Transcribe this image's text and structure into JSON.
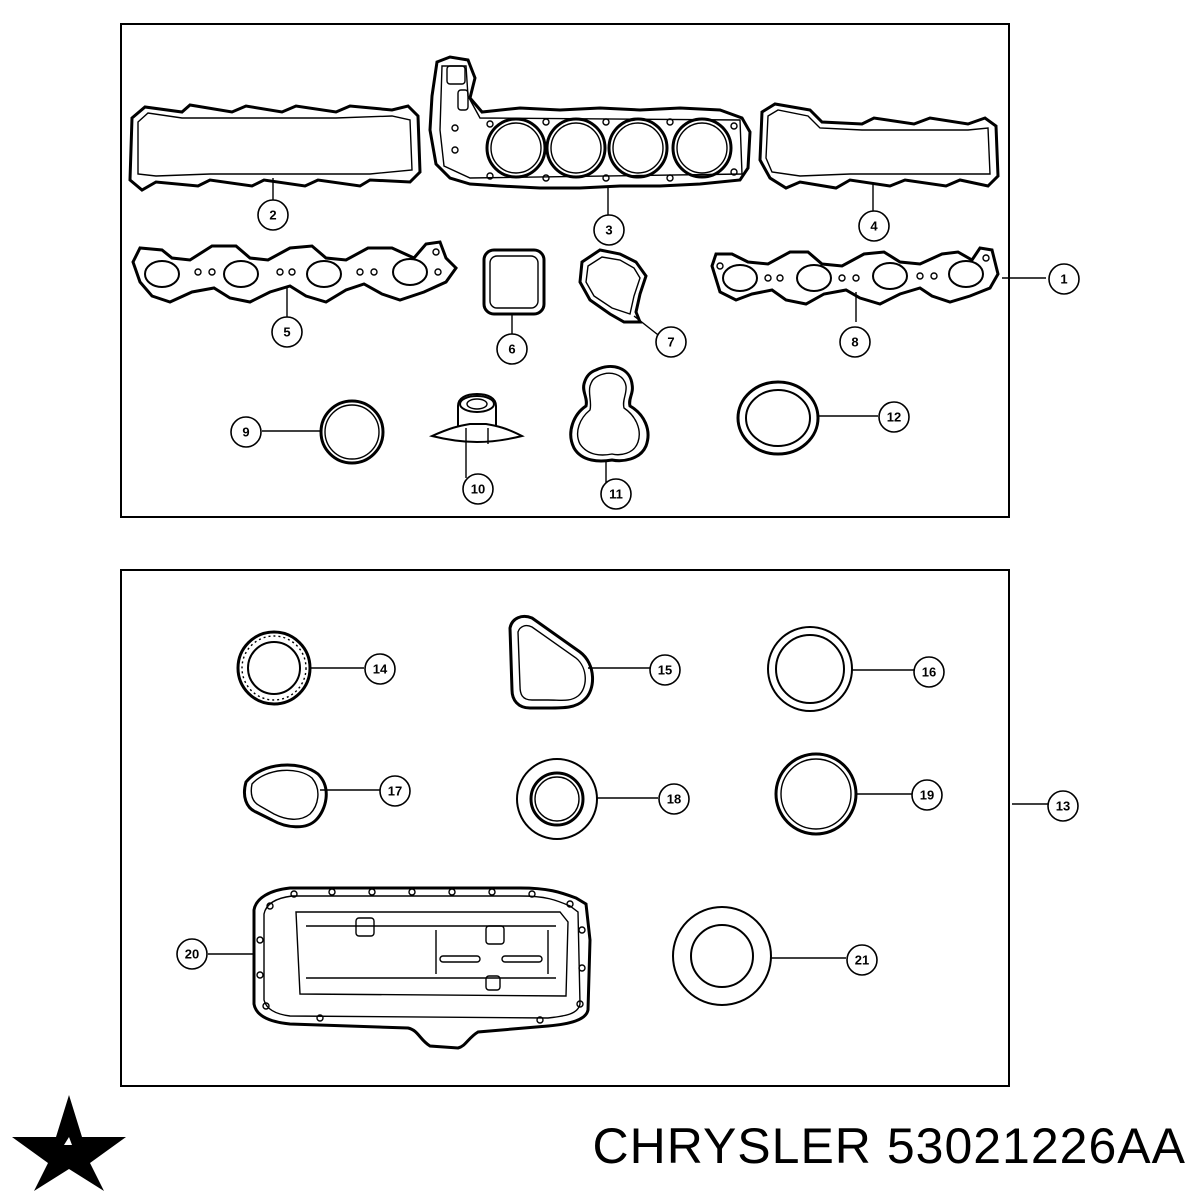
{
  "footer": {
    "brand": "CHRYSLER",
    "part_number": "53021226AA"
  },
  "callouts": {
    "c1": "1",
    "c2": "2",
    "c3": "3",
    "c4": "4",
    "c5": "5",
    "c6": "6",
    "c7": "7",
    "c8": "8",
    "c9": "9",
    "c10": "10",
    "c11": "11",
    "c12": "12",
    "c13": "13",
    "c14": "14",
    "c15": "15",
    "c16": "16",
    "c17": "17",
    "c18": "18",
    "c19": "19",
    "c20": "20",
    "c21": "21"
  },
  "logo": {
    "icon": "pentastar-logo",
    "color": "#000000"
  }
}
